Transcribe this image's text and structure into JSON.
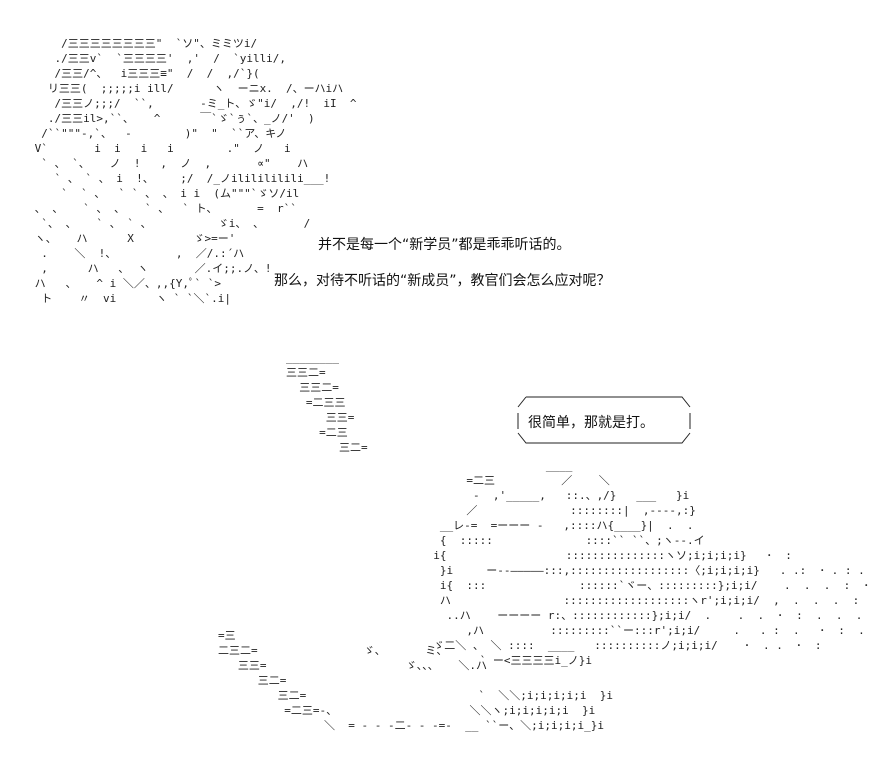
{
  "captions": {
    "line1": "并不是每一个“新学员”都是乖乖听话的。",
    "line2": "那么，对待不听话的“新成员”，教官们会怎么应对呢？"
  },
  "bubble": {
    "text": "很简单，那就是打。"
  },
  "art_top_left": [
    "     /三三三三三三三三\"  `ソ\"、ミミツi/",
    "    ./三三v`  `三三三三'  ,'  /  `yilli/,",
    "    /三三/^、  i三三三≡\"  /  /  ,/`}(",
    "   リ三三(  ;;;;;i ill/      ヽ  ーニx.  /、ーハiハ",
    "    /三三ノ;;;/  ``,       ‐ミ_ト、ゞ\"i/  ,/!  iI  ^",
    "   ./三三il>,``、   ^      ￣`ゞ`ぅ`、_ノ/'  )",
    "  /``\"\"\"-,`、  ‐        )\"  \"  ``ア、キノ",
    " V`       i  i   i   i        .\"  ノ   i",
    "  ` 、 `、   ノ  !   ,  ノ  ,       ∝\"    ハ",
    "    ` 、 ` 、 i  !、    ;/  /_ノililililili___!",
    "     `  ` 、  ` ` 、 、 i i  (ム\"\"\"`ゞソ/il",
    " 、 、   ` 、 、   ` 、  ` ト、      =  r``",
    "  `、 、   ` 、 ` 、          ゞi、 、      /",
    " ヽ、   ハ      X         ゞ>=ー'",
    "  .    ＼  !、         ,  ／/.:´ハ",
    "  ,      ハ   ､  ヽ       ／.イ;;.ノ、!",
    " ハ   、   ^ i ＼／、,,{Y,ﾟ` `>",
    "  ト    〃  vi      ヽ ` `＼`.i|"
  ],
  "art_stairs_top": [
    "________",
    "三三二=",
    "  三三二=",
    "   =二三三",
    "      三三=",
    "     =二三",
    "        三二="
  ],
  "art_right": [
    "                   ____",
    "       =二三          ／    ＼",
    "        -  ,'_____,   ::.、,/}   ___   }i",
    "       ／              ::::::::|  ,--‐-,:}",
    "   __レ-=  =ーーー -   ,::::ハ{____}|  .  .",
    "   {  :::::              ::::`` ``、;ヽ--.イ",
    "  i{                  :::::::::::::::ヽソ;i;i;i;i}   ･  :",
    "   }i     ー--―――――:::,::::::::::::::::::〈;i;i;i;i}   . .:  ･ . : .",
    "   i{  :::              ::::::`ヾー、:::::::::};i;i/    .  .  .  :  ･",
    "   ハ                 :::::::::::::::::::ヽr';i;i;i/  ,  .  .  .  :",
    "    ..ハ    ーーーー r:、::::::::::::};i;i/  .    .  .  ･  :  .  .  .",
    "       ,ハ          :::::::::``ー:::r';i;i/     .   . :  .   ･  :  .",
    "  ゞ二＼ 、 ＼ ::::  ____   ::::::::::ノ;i;i;i/    ･  . .  ･  :",
    "         ` ー<三三三三i_ノ}i"
  ],
  "art_bottom": [
    "=三",
    "二三二=                ゞ、      ミ、",
    "   三三=                     ゞ、、、   ＼.ハ",
    "      三二=",
    "         三二=                          `  ＼＼;i;i;i;i;i  }i",
    "          =二三=-、                    ＼＼ヽ;i;i;i;i;i  }i",
    "                ＼  = - - -二- - -=-  __ ``ー、＼;i;i;i;i_}i"
  ]
}
